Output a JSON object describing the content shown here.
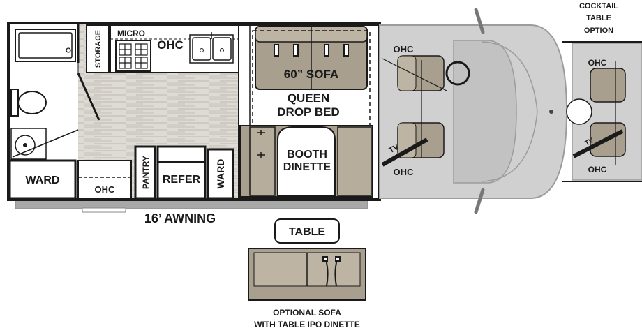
{
  "labels": {
    "micro": "MICRO",
    "storage": "STORAGE",
    "ohc_kitchen": "OHC",
    "sofa": "60” SOFA",
    "queen_line1": "QUEEN",
    "queen_line2": "DROP BED",
    "booth_line1": "BOOTH",
    "booth_line2": "DINETTE",
    "ohc_cab_top": "OHC",
    "ohc_cab_bottom": "OHC",
    "tv": "TV",
    "ward_left": "WARD",
    "ohc_bath": "OHC",
    "pantry": "PANTRY",
    "refer": "REFER",
    "ward_right": "WARD",
    "awning": "16’ AWNING",
    "table": "TABLE",
    "optional_sofa_line1": "OPTIONAL SOFA",
    "optional_sofa_line2": "WITH TABLE IPO DINETTE",
    "cocktail_line1": "COCKTAIL",
    "cocktail_line2": "TABLE",
    "cocktail_line3": "OPTION",
    "cocktail_ohc_top": "OHC",
    "cocktail_ohc_bottom": "OHC",
    "cocktail_tv": "TV"
  },
  "colors": {
    "wall": "#1a1a1a",
    "floor": "#d9d6d0",
    "floor_grain": "#bdb8ae",
    "upholstery": "#a99f8e",
    "upholstery_dark": "#8a8070",
    "cab": "#d0d0d0",
    "cab_dark": "#9c9c9c",
    "awning": "#a8a8a8"
  },
  "icons": [
    "sink-icon",
    "stove-icon",
    "toilet-icon",
    "shower-icon",
    "steering-wheel-icon",
    "seatbelt-icon"
  ]
}
